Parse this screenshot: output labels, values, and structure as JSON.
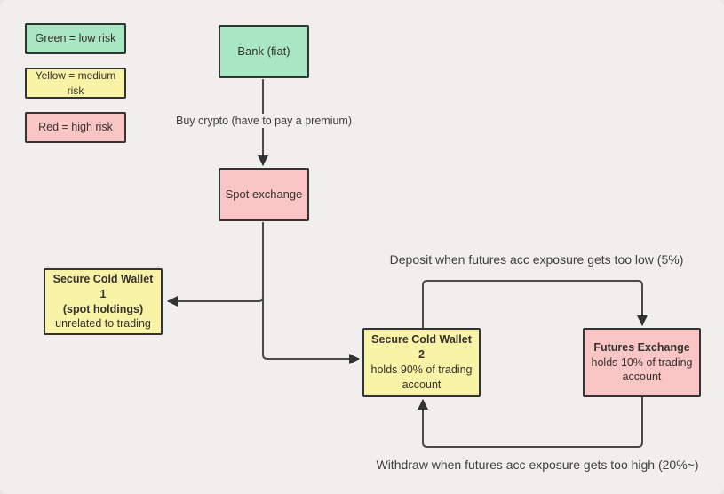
{
  "diagram": {
    "legend": [
      {
        "label": "Green = low risk",
        "risk": "low"
      },
      {
        "label": "Yellow = medium risk",
        "risk": "medium"
      },
      {
        "label": "Red = high risk",
        "risk": "high"
      }
    ],
    "nodes": {
      "bank": {
        "label": "Bank (fiat)",
        "risk": "low"
      },
      "spot": {
        "label": "Spot exchange",
        "risk": "high"
      },
      "wallet1": {
        "title": "Secure Cold Wallet 1",
        "subtitle": "(spot holdings)",
        "note": "unrelated to trading",
        "risk": "medium"
      },
      "wallet2": {
        "title": "Secure Cold Wallet 2",
        "note": "holds 90% of trading account",
        "risk": "medium"
      },
      "futures": {
        "title": "Futures Exchange",
        "note": "holds 10% of trading account",
        "risk": "high"
      }
    },
    "edge_labels": {
      "buy": "Buy crypto (have to pay a premium)",
      "deposit": "Deposit when futures acc exposure gets too low (5%)",
      "withdraw": "Withdraw when futures acc exposure gets too high (20%~)"
    },
    "colors": {
      "low_risk": "#a9e6c3",
      "medium_risk": "#f9f3a7",
      "high_risk": "#f9c6c5",
      "canvas_bg": "#f0efed",
      "connector": "#4a4a4a",
      "node_border": "#333333",
      "text": "#35322e"
    }
  }
}
